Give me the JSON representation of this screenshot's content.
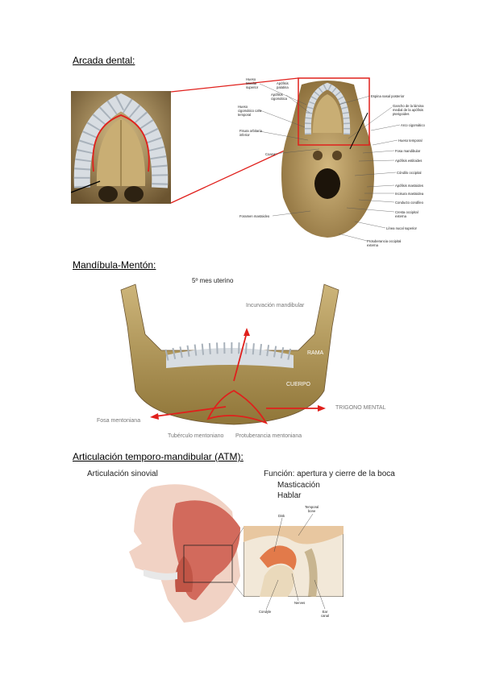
{
  "sections": {
    "dental": {
      "heading": "Arcada dental:",
      "labels": {
        "hueso_maxilar": "Hueso\nMaxilar\nsuperior",
        "apofisis_palatina": "Apófisis\npalatina",
        "apofisis_cigomatica": "Apófisis\ncigomática",
        "hueso_cigomatico": "Hueso\ncigomático cara\ntemporal",
        "fisura_orbitaria": "Fisura orbitaria\ninferior",
        "coana": "Coana",
        "foramen_mastoideo": "Foramen mastoideo",
        "espina_nasal": "Espina nasal posterior",
        "gancho_lamina": "Gancho de la lámina\nmedial de la apófisis\npterigoides",
        "arco_cigomatico": "Arco cigomático",
        "hueso_temporal": "Hueso temporal",
        "fosa_mandibular": "Fosa mandibular",
        "apofisis_estiloides": "Apófisis estiloides",
        "condilo_occipital": "Cóndilo occipital",
        "apofisis_mastoides": "Apófisis mastoides",
        "incisura_mastoidea": "Incisura mastoidea",
        "conducto_condileo": "Conducto condíleo",
        "cresta_occipital": "Cresta occipital\nexterna",
        "linea_nucal": "Línea nucal superior",
        "protuberancia_occipital": "Protuberancia occipital\nexterna"
      }
    },
    "mandibula": {
      "heading": "Mandíbula-Mentón:",
      "title": "5º mes uterino",
      "labels": {
        "incurvacion": "Incurvación mandibular",
        "rama": "RAMA",
        "cuerpo": "CUERPO",
        "trigono": "TRIGONO MENTAL",
        "fosa": "Fosa mentoniana",
        "tuberculo": "Tubérculo mentoniano",
        "protuberancia": "Protuberancia mentoniana"
      }
    },
    "atm": {
      "heading": "Articulación temporo-mandibular (ATM):",
      "tipo": "Articulación sinovial",
      "funcion": "Función: apertura y cierre de la boca",
      "func_items": [
        "Masticación",
        "Hablar"
      ],
      "labels": {
        "disk": "Disk",
        "temporal_bone": "Temporal\nbone",
        "condyle": "Condyle",
        "nerves": "Nerves",
        "ear_canal": "Ear\ncanal"
      }
    }
  },
  "colors": {
    "bone": "#b59a5c",
    "bone_dark": "#7a6330",
    "teeth": "#d8dde2",
    "annotation_red": "#e0201c",
    "muscle": "#d26a5c",
    "skin": "#f1d2c4"
  }
}
